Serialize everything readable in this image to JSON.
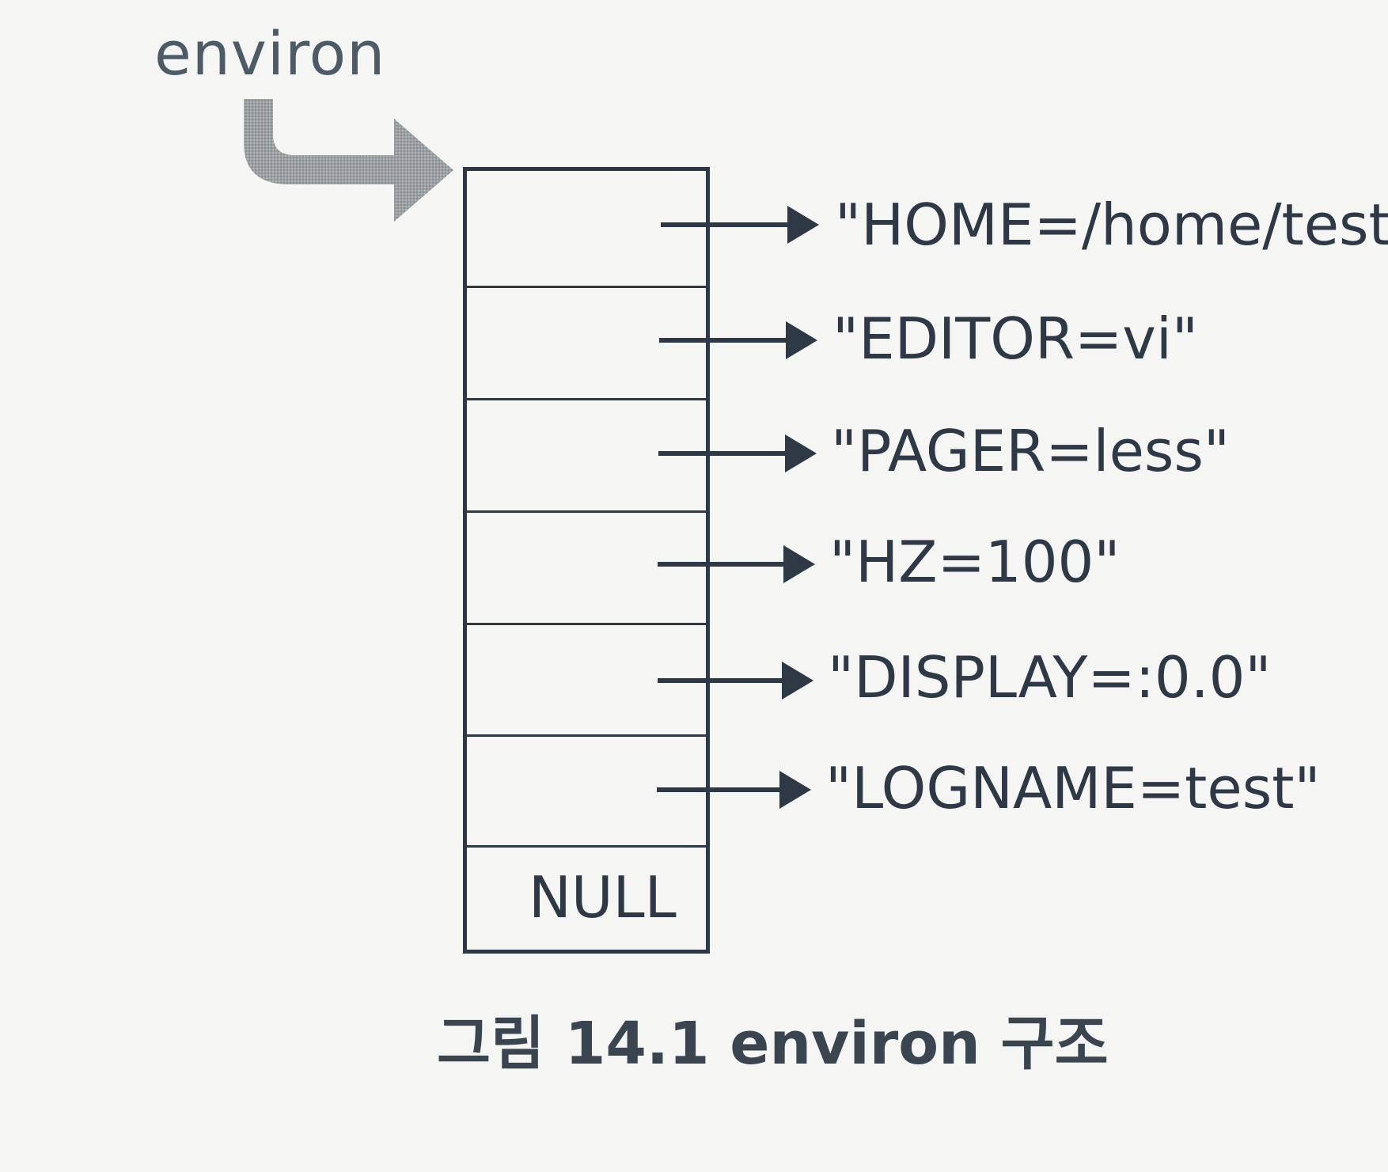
{
  "diagram": {
    "pointer_label": "environ",
    "entries": [
      "\"HOME=/home/test\"",
      "\"EDITOR=vi\"",
      "\"PAGER=less\"",
      "\"HZ=100\"",
      "\"DISPLAY=:0.0\"",
      "\"LOGNAME=test\""
    ],
    "terminator": "NULL",
    "caption": "그림 14.1  environ 구조"
  },
  "colors": {
    "line": "#2f3845",
    "pointer_arrow": "#8f9396",
    "background": "#f5f5f3"
  }
}
